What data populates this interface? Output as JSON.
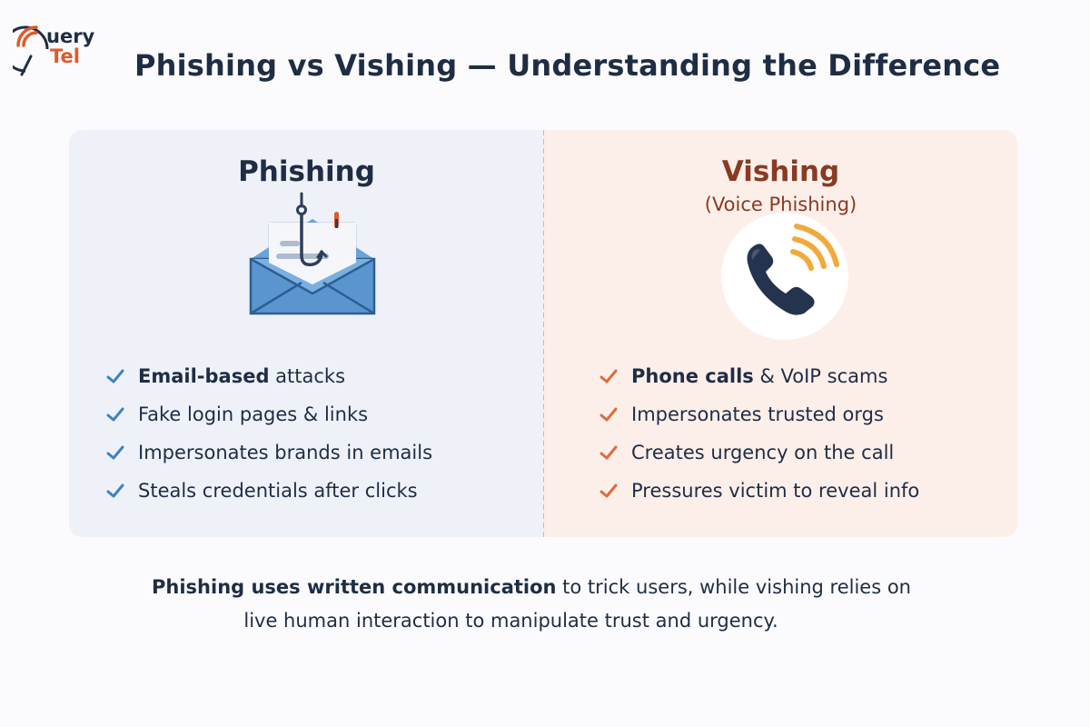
{
  "logo": {
    "part1": "uery",
    "part2": "Tel"
  },
  "title": "Phishing vs Vishing — Understanding the Difference",
  "phishing": {
    "heading": "Phishing",
    "items": [
      {
        "bold": "Email-based",
        "rest": " attacks"
      },
      {
        "bold": "",
        "rest": "Fake login pages & links"
      },
      {
        "bold": "",
        "rest": "Impersonates brands in emails"
      },
      {
        "bold": "",
        "rest": "Steals credentials after clicks"
      }
    ]
  },
  "vishing": {
    "heading": "Vishing",
    "subheading": "(Voice Phishing)",
    "items": [
      {
        "bold": "Phone calls",
        "rest": " & VoIP scams"
      },
      {
        "bold": "",
        "rest": "Impersonates trusted orgs"
      },
      {
        "bold": "",
        "rest": "Creates urgency on the call"
      },
      {
        "bold": "",
        "rest": "Pressures victim to reveal info"
      }
    ]
  },
  "summary": {
    "bold": "Phishing uses written communication",
    "line1_rest": " to trick users, while vishing relies on",
    "line2": "live human interaction to manipulate trust and urgency."
  },
  "colors": {
    "navy": "#1f2d44",
    "phishing_panel": "#eef2f8",
    "vishing_panel": "#fcefea",
    "phishing_check": "#3f82c0",
    "vishing_check": "#e06b3c",
    "vishing_heading": "#8a3a22",
    "accent_orange": "#e0592a"
  },
  "icons": {
    "logo": "signal-q-logo-icon",
    "phishing": "envelope-hook-icon",
    "vishing": "phone-waves-icon",
    "check": "check-icon"
  }
}
